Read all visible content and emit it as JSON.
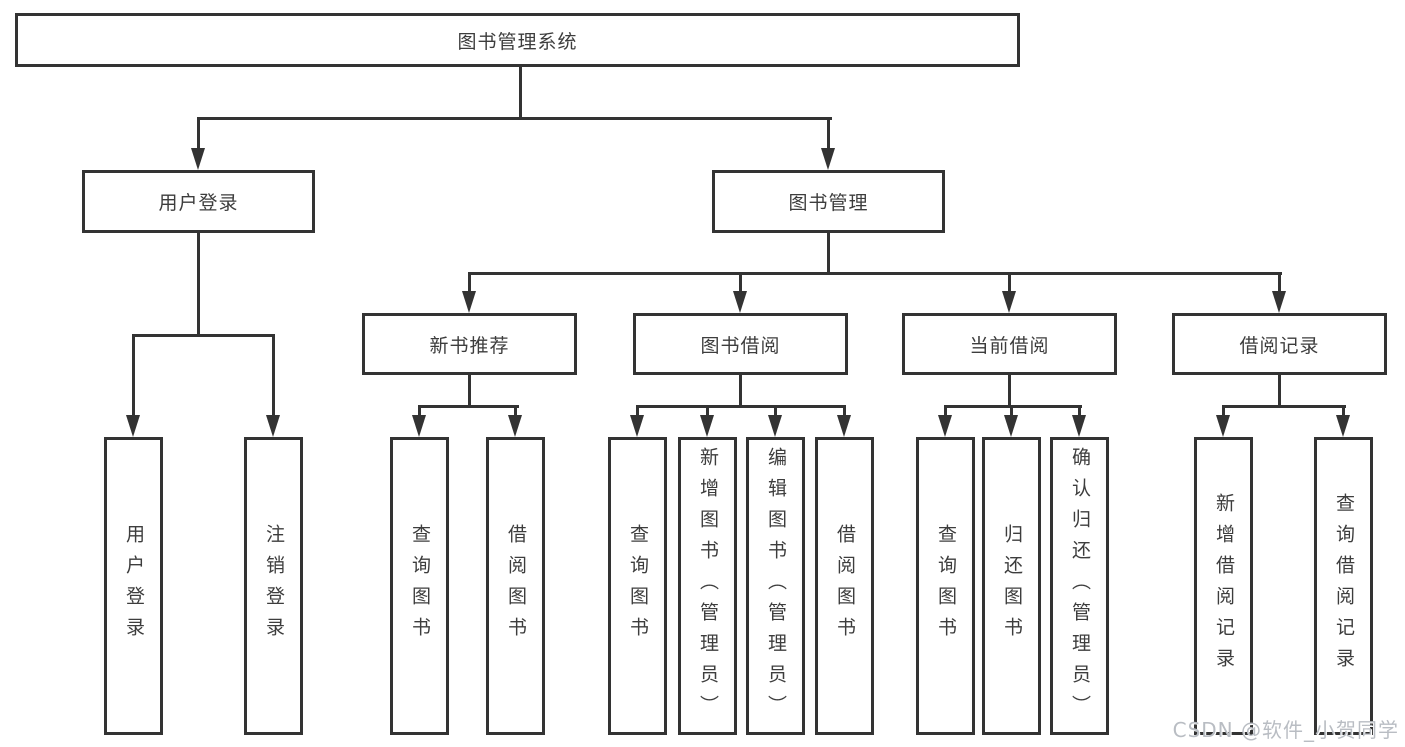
{
  "page": {
    "background": "#ffffff"
  },
  "colors": {
    "box_border": "#333333",
    "connector_line": "#333333",
    "node_text": "#3d3d3d",
    "watermark_text": "#b9bdc3"
  },
  "diagram": {
    "type": "hierarchy-tree",
    "root": {
      "label": "图书管理系统"
    },
    "level2": {
      "user_login": "用户登录",
      "book_management": "图书管理"
    },
    "level3": {
      "new_book_recommend": "新书推荐",
      "book_borrow": "图书借阅",
      "current_borrow": "当前借阅",
      "borrow_records": "借阅记录"
    },
    "leaves": {
      "user_login": [
        "用户登录",
        "注销登录"
      ],
      "new_book_recommend": [
        "查询图书",
        "借阅图书"
      ],
      "book_borrow": [
        "查询图书",
        "新增图书（管理员）",
        "编辑图书（管理员）",
        "借阅图书"
      ],
      "current_borrow": [
        "查询图书",
        "归还图书",
        "确认归还（管理员）"
      ],
      "borrow_records": [
        "新增借阅记录",
        "查询借阅记录"
      ]
    }
  },
  "watermark": {
    "text": "CSDN @软件_小贺同学"
  }
}
